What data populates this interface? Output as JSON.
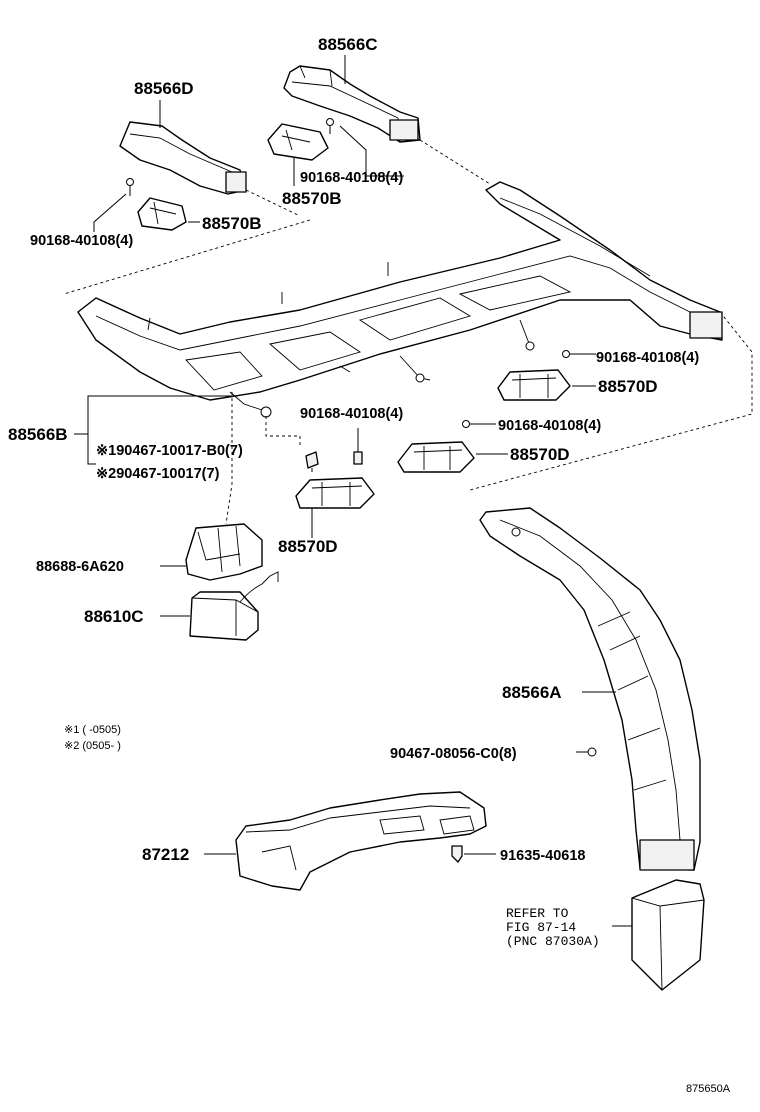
{
  "diagram": {
    "labels": {
      "p88566C": "88566C",
      "p88566D": "88566D",
      "p90168_a": "90168-40108(4)",
      "p88570B_a": "88570B",
      "p88570B_b": "88570B",
      "p90168_b": "90168-40108(4)",
      "p90168_c": "90168-40108(4)",
      "p88570D_a": "88570D",
      "p88566B": "88566B",
      "p90168_d": "90168-40108(4)",
      "p90168_e": "90168-40108(4)",
      "p88570D_b": "88570D",
      "note1_part": "※190467-10017-B0(7)",
      "note2_part": "※290467-10017(7)",
      "p88570D_c": "88570D",
      "p88688": "88688-6A620",
      "p88610C": "88610C",
      "p88566A": "88566A",
      "p90467": "90467-08056-C0(8)",
      "p87212": "87212",
      "p91635": "91635-40618",
      "refer_line1": "REFER TO",
      "refer_line2": "FIG 87-14",
      "refer_line3": "(PNC 87030A)",
      "footnote1": "※1 (     -0505)",
      "footnote2": "※2 (0505-     )",
      "figure_id": "875650A"
    },
    "colors": {
      "ink": "#000000",
      "paper": "#ffffff"
    }
  }
}
